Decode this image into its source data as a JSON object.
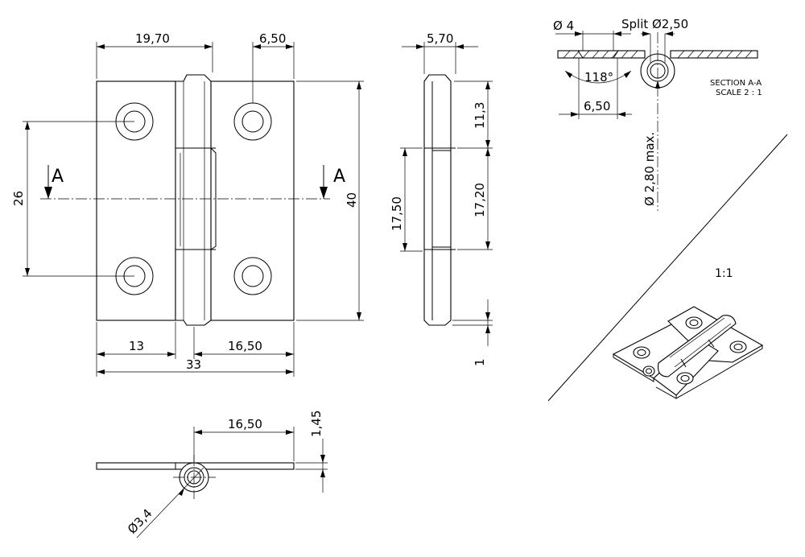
{
  "drawing": {
    "front_view": {
      "width_left_leaf": "19,70",
      "hole_spacing_right": "6,50",
      "hole_vertical_spacing": "26",
      "overall_height": "40",
      "left_hole_offset": "13",
      "right_hole_offset": "16,50",
      "overall_width": "33",
      "section_label_left": "A",
      "section_label_right": "A"
    },
    "side_view": {
      "thickness_total": "5,70",
      "top_knuckle": "11,3",
      "middle_knuckle_left": "17,50",
      "middle_knuckle_right": "17,20",
      "pin_protrusion": "1"
    },
    "bottom_view": {
      "pin_offset": "16,50",
      "leaf_thickness": "1,45",
      "knuckle_diameter": "Ø3,4"
    },
    "section_view": {
      "hole_diameter": "Ø 4",
      "split_label": "Split",
      "pin_diameter": "Ø2,50",
      "countersink_angle": "118°",
      "hole_spacing": "6,50",
      "max_diameter": "Ø 2,80 max.",
      "title": "SECTION A-A",
      "scale": "SCALE 2 : 1"
    },
    "iso_view": {
      "scale": "1:1"
    }
  }
}
